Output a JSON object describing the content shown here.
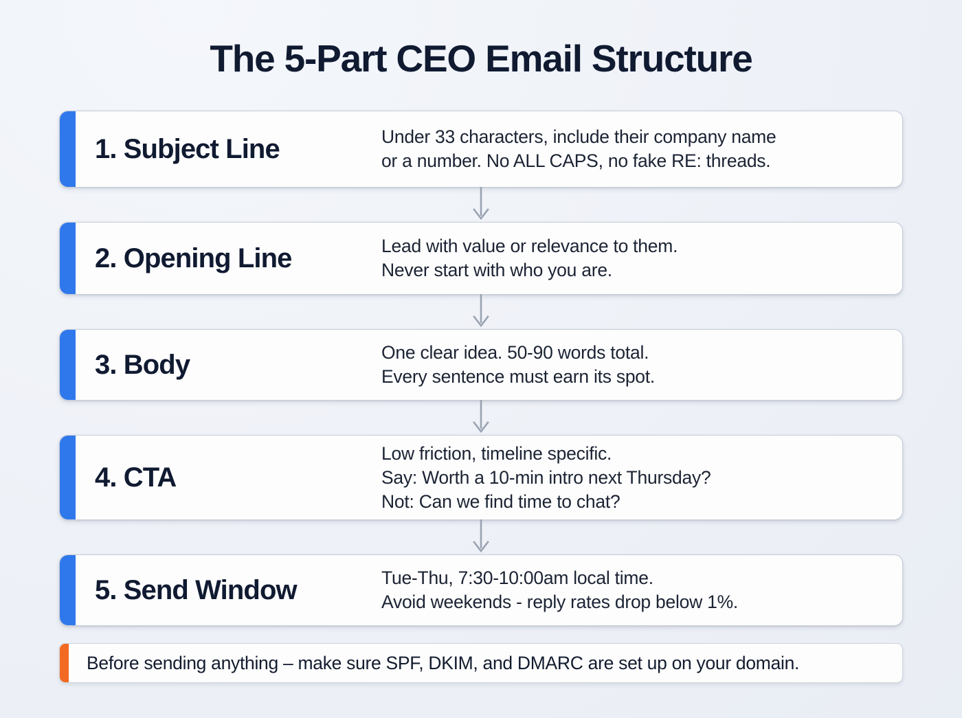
{
  "page": {
    "title": "The 5-Part CEO Email Structure",
    "background_color": "#eef1f7",
    "accent_color": "#2f78ec",
    "note_accent_color": "#f26a22",
    "heading_color": "#101a31",
    "body_text_color": "#1b2333",
    "card_background": "#fdfdfd",
    "connector_icon": "arrow-down-icon",
    "connector_color": "#9aa3b2"
  },
  "steps": [
    {
      "number": "1.",
      "title": "1. Subject Line",
      "description": "Under 33 characters, include their company name\nor a number. No ALL CAPS, no fake RE: threads."
    },
    {
      "number": "2.",
      "title": "2. Opening Line",
      "description": "Lead with value or relevance to them.\nNever start with who you are."
    },
    {
      "number": "3.",
      "title": "3. Body",
      "description": "One clear idea. 50-90 words total.\nEvery sentence must earn its spot."
    },
    {
      "number": "4.",
      "title": "4. CTA",
      "description": "Low friction, timeline specific.\nSay: Worth a 10-min intro next Thursday?\nNot: Can we find time to chat?"
    },
    {
      "number": "5.",
      "title": "5. Send Window",
      "description": "Tue-Thu, 7:30-10:00am local time.\nAvoid weekends - reply rates drop below 1%."
    }
  ],
  "note": {
    "text": "Before sending anything – make sure SPF, DKIM, and DMARC are set up on your domain."
  }
}
